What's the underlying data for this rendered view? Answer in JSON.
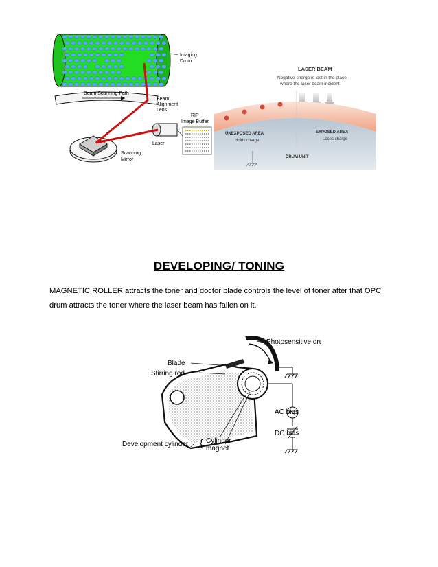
{
  "figure1": {
    "labels": {
      "imaging_drum": [
        "Imaging",
        "Drum"
      ],
      "beam_scanning_path": "Beam Scanning Path",
      "beam_alignment_lens": [
        "Beam",
        "Alignment",
        "Lens"
      ],
      "rip_image_buffer": [
        "RIP",
        "Image Buffer"
      ],
      "laser": "Laser",
      "scanning_mirror": [
        "Scanning",
        "Mirror"
      ]
    },
    "colors": {
      "drum": "#22dd22",
      "dots": "#5aa8f5",
      "beam": "#cc1111"
    }
  },
  "figure2": {
    "title": "LASER BEAM",
    "subtitle": [
      "Negative charge is lost in the place",
      "where the laser beam incident"
    ],
    "unexposed_title": "UNEXPOSED AREA",
    "unexposed_sub": "Holds charge",
    "exposed_title": "EXPOSED AREA",
    "exposed_sub": "Loses charge",
    "drum_unit": "DRUM UNIT",
    "colors": {
      "band": "#f3b39a",
      "drum": "#a9b9c6",
      "title": "#333333"
    }
  },
  "section": {
    "heading": "DEVELOPING/ TONING",
    "paragraph": "MAGNETIC ROLLER attracts the toner and doctor blade controls the level of toner after that OPC drum attracts the toner where the laser beam has fallen on it."
  },
  "figure3": {
    "labels": {
      "photosensitive_drum": "Photosensitive drum",
      "blade": "Blade",
      "stirring_rod": "Stirring rod",
      "ac_bias": "AC bias",
      "dc_bias": "DC bias",
      "development_cylinder": "Development cylinder",
      "cylinder": "Cylinder",
      "magnet": "magnet"
    }
  }
}
